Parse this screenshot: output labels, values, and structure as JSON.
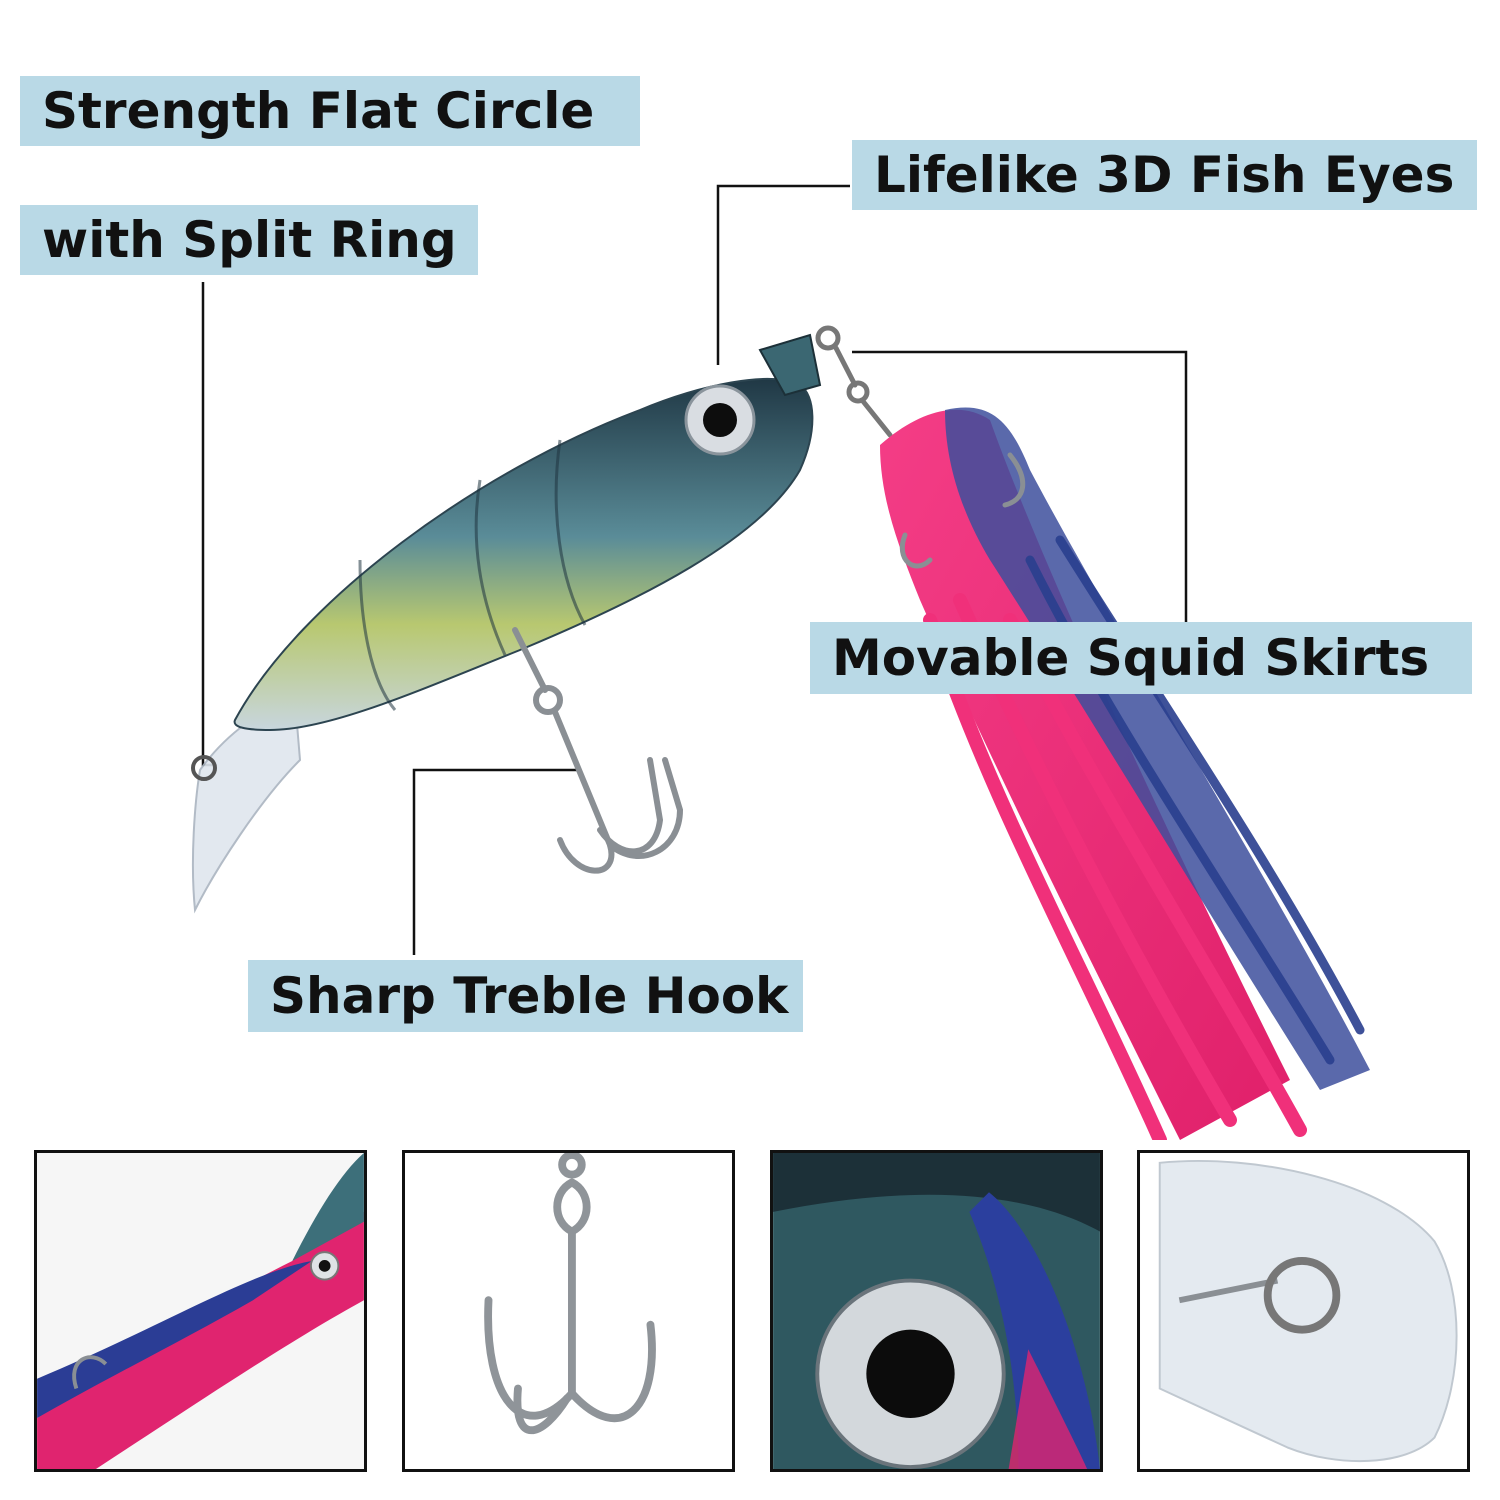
{
  "labels": {
    "flat_circle_line1": "Strength Flat Circle",
    "flat_circle_line2": "with Split Ring",
    "fish_eyes": "Lifelike 3D Fish Eyes",
    "squid_skirts": "Movable Squid Skirts",
    "treble_hook": "Sharp Treble Hook"
  },
  "colors": {
    "label_bg": "#b9d9e6",
    "skirt_pink": "#f0307a",
    "skirt_blue": "#2a3f8f",
    "body_teal": "#4f7f8a"
  },
  "icons": [
    "lure-body",
    "fish-eye-icon",
    "treble-hook-icon",
    "squid-skirt-icon",
    "split-ring-icon"
  ]
}
